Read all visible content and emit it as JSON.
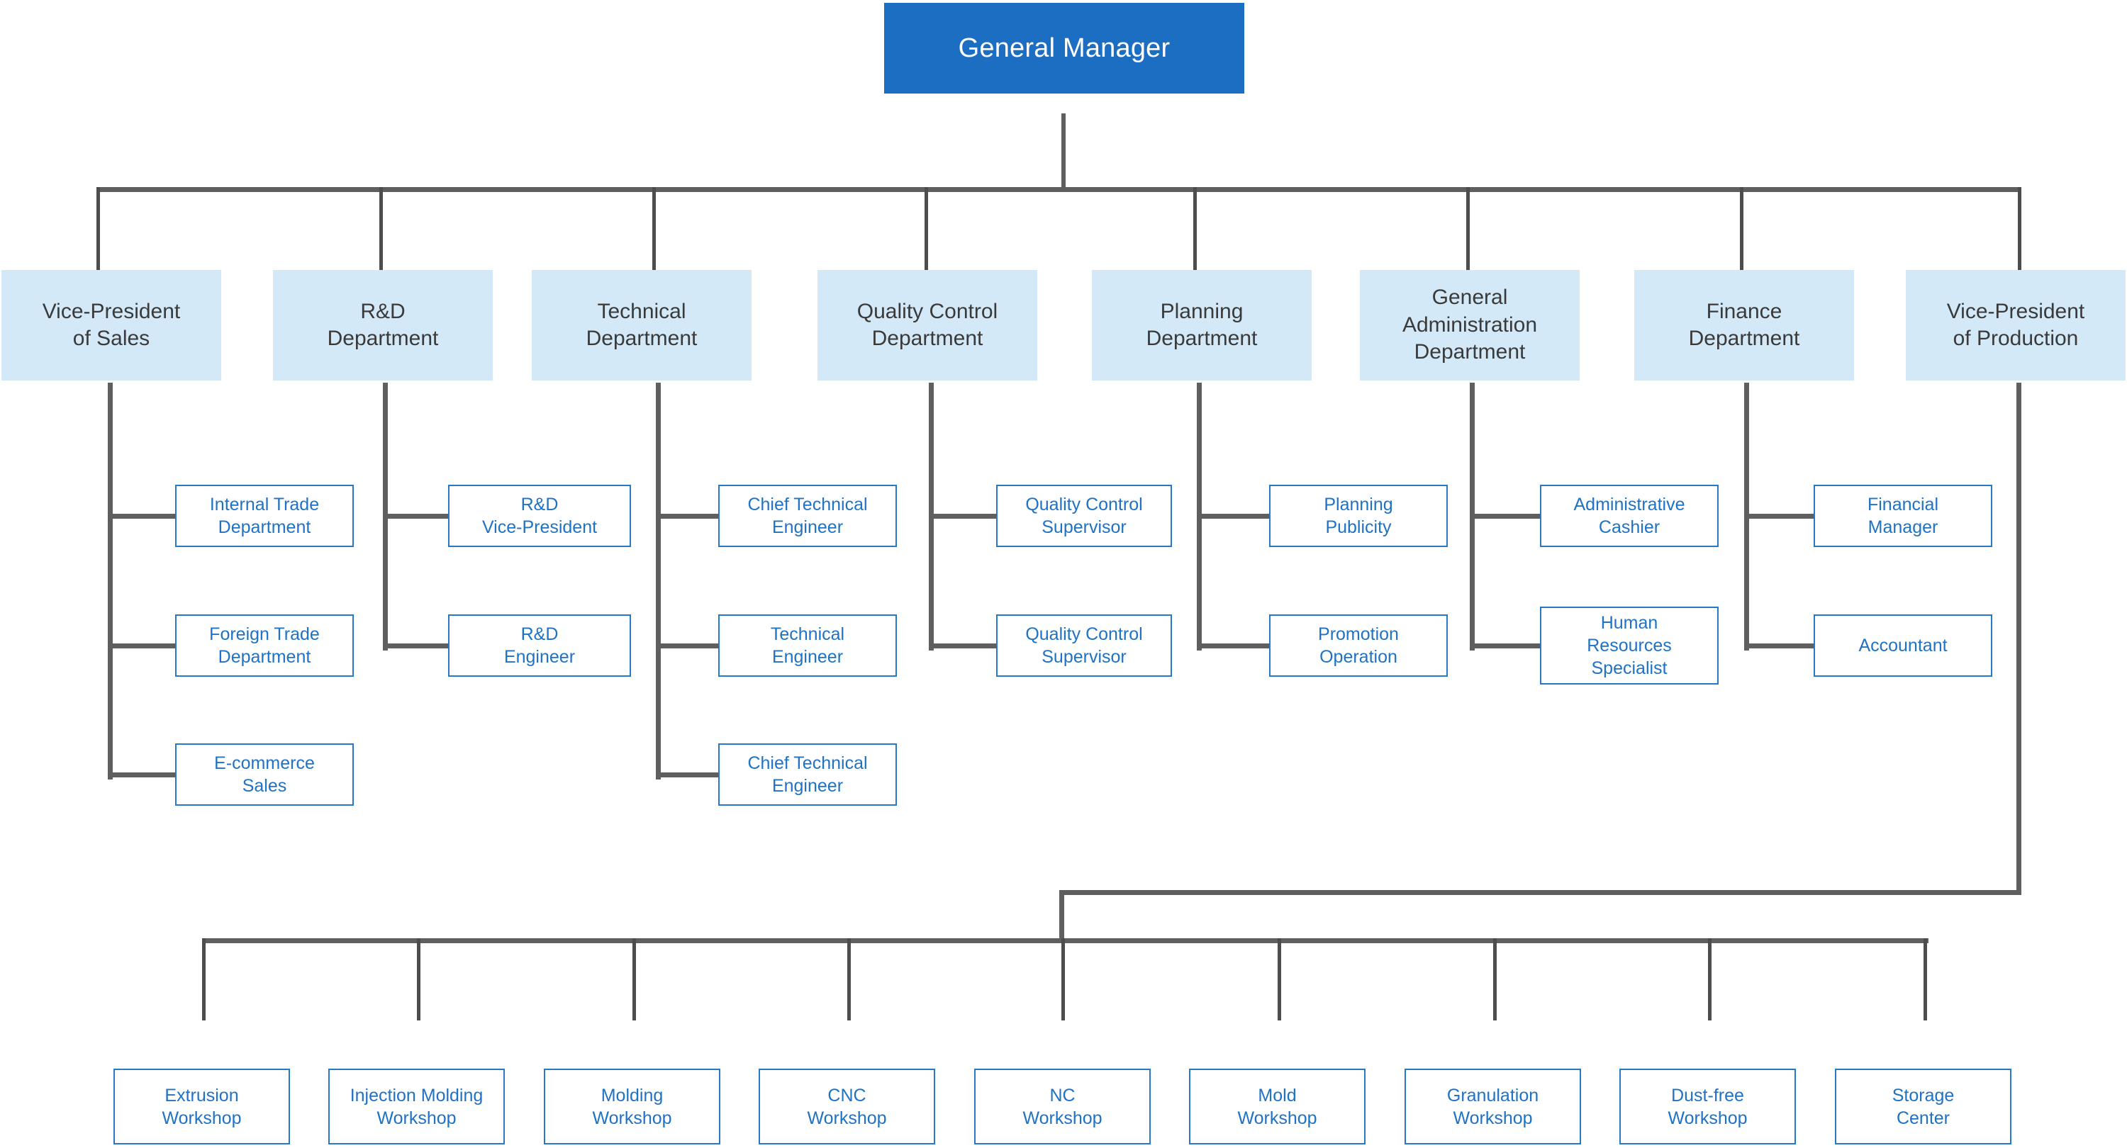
{
  "chart_title": "General Manager",
  "colors": {
    "root_fill": "#1b6ec2",
    "root_text": "#ffffff",
    "dept_fill": "#d4e9f8",
    "dept_text": "#3a3a3a",
    "sub_border": "#2779c7",
    "sub_text": "#1f72c4",
    "connector": "#5f5f5f",
    "background": "#ffffff"
  },
  "root": {
    "label": "General Manager"
  },
  "departments": [
    {
      "label": "Vice-President\nof Sales",
      "children": [
        {
          "label": "Internal Trade\nDepartment"
        },
        {
          "label": "Foreign Trade\nDepartment"
        },
        {
          "label": "E-commerce\nSales"
        }
      ]
    },
    {
      "label": "R&D\nDepartment",
      "children": [
        {
          "label": "R&D\nVice-President"
        },
        {
          "label": "R&D\nEngineer"
        }
      ]
    },
    {
      "label": "Technical\nDepartment",
      "children": [
        {
          "label": "Chief Technical\nEngineer"
        },
        {
          "label": "Technical\nEngineer"
        },
        {
          "label": "Chief Technical\nEngineer"
        }
      ]
    },
    {
      "label": "Quality Control\nDepartment",
      "children": [
        {
          "label": "Quality Control\nSupervisor"
        },
        {
          "label": "Quality Control\nSupervisor"
        }
      ]
    },
    {
      "label": "Planning\nDepartment",
      "children": [
        {
          "label": "Planning\nPublicity"
        },
        {
          "label": "Promotion\nOperation"
        }
      ]
    },
    {
      "label": "General\nAdministration\nDepartment",
      "children": [
        {
          "label": "Administrative\nCashier"
        },
        {
          "label": "Human\nResources\nSpecialist"
        }
      ]
    },
    {
      "label": "Finance\nDepartment",
      "children": [
        {
          "label": "Financial\nManager"
        },
        {
          "label": "Accountant"
        }
      ]
    },
    {
      "label": "Vice-President\nof Production",
      "children": []
    }
  ],
  "workshops": [
    {
      "label": "Extrusion\nWorkshop"
    },
    {
      "label": "Injection Molding\nWorkshop"
    },
    {
      "label": "Molding\nWorkshop"
    },
    {
      "label": "CNC\nWorkshop"
    },
    {
      "label": "NC\nWorkshop"
    },
    {
      "label": "Mold\nWorkshop"
    },
    {
      "label": "Granulation\nWorkshop"
    },
    {
      "label": "Dust-free\nWorkshop"
    },
    {
      "label": "Storage\nCenter"
    }
  ]
}
